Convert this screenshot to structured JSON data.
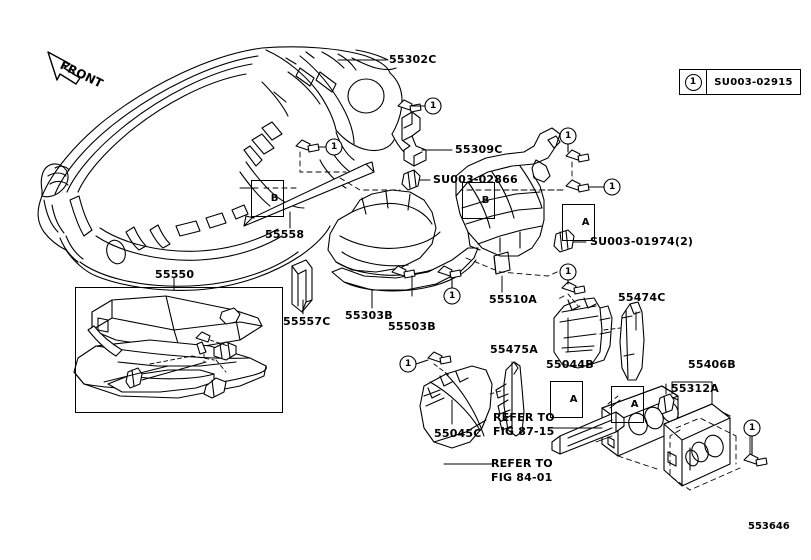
{
  "figure": {
    "number": "553646",
    "orientation_label": "FRONT"
  },
  "legend": {
    "callout_number": "1",
    "part_number": "SU003-02915"
  },
  "section_markers": [
    {
      "id": "marker-b-left",
      "label": "B"
    },
    {
      "id": "marker-b-center",
      "label": "B"
    },
    {
      "id": "marker-a-center",
      "label": "A"
    },
    {
      "id": "marker-a-left-lower",
      "label": "A"
    },
    {
      "id": "marker-a-hvac",
      "label": "A"
    }
  ],
  "callouts": [
    {
      "id": "callout-dash-upper",
      "label": "1"
    },
    {
      "id": "callout-dash-brace",
      "label": "1"
    },
    {
      "id": "callout-reinforcement-top",
      "label": "1"
    },
    {
      "id": "callout-reinforcement-side",
      "label": "1"
    },
    {
      "id": "callout-lower-panel",
      "label": "1"
    },
    {
      "id": "callout-register-side",
      "label": "1"
    },
    {
      "id": "callout-finish-panel",
      "label": "1"
    },
    {
      "id": "callout-control-assy",
      "label": "1"
    }
  ],
  "part_labels": [
    {
      "id": "part-55302c",
      "text": "55302C"
    },
    {
      "id": "part-55309c",
      "text": "55309C"
    },
    {
      "id": "part-su003-02866",
      "text": "SU003-02866"
    },
    {
      "id": "part-su003-01974",
      "text": "SU003-01974(2)"
    },
    {
      "id": "part-55558",
      "text": "55558"
    },
    {
      "id": "part-55550",
      "text": "55550"
    },
    {
      "id": "part-55557c",
      "text": "55557C"
    },
    {
      "id": "part-55303b",
      "text": "55303B"
    },
    {
      "id": "part-55503b",
      "text": "55503B"
    },
    {
      "id": "part-55510a",
      "text": "55510A"
    },
    {
      "id": "part-55474c",
      "text": "55474C"
    },
    {
      "id": "part-55044b",
      "text": "55044B"
    },
    {
      "id": "part-55475a",
      "text": "55475A"
    },
    {
      "id": "part-55045c",
      "text": "55045C"
    },
    {
      "id": "part-55406b",
      "text": "55406B"
    },
    {
      "id": "part-55312a",
      "text": "55312A"
    }
  ],
  "references": [
    {
      "id": "ref-fig-87-15",
      "line1": "REFER TO",
      "line2": "FIG 87-15"
    },
    {
      "id": "ref-fig-84-01",
      "line1": "REFER TO",
      "line2": "FIG 84-01"
    }
  ],
  "colors": {
    "line": "#000000",
    "background": "#ffffff"
  }
}
